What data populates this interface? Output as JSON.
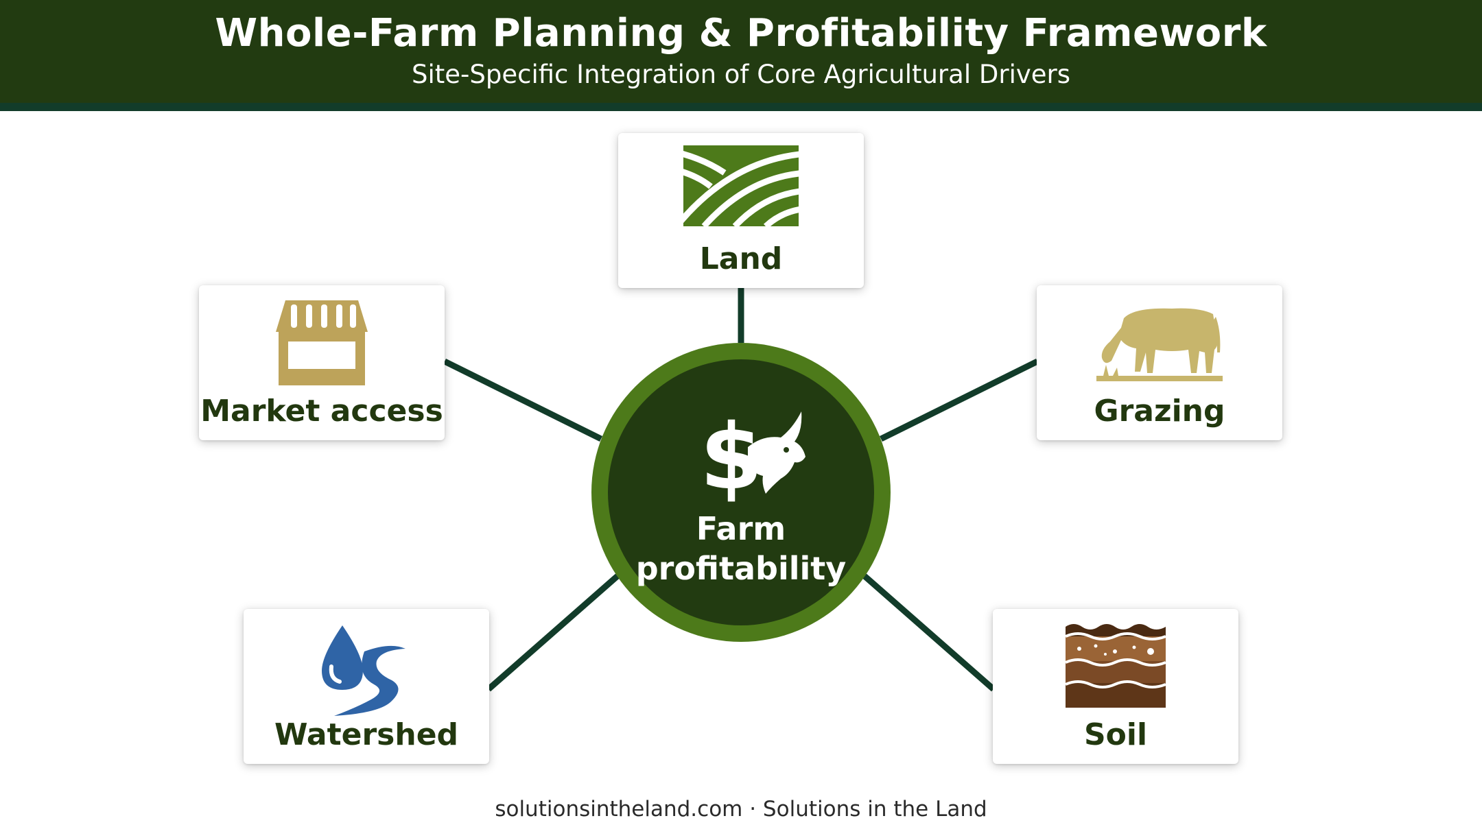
{
  "header": {
    "title": "Whole-Farm Planning & Profitability Framework",
    "subtitle": "Site-Specific Integration of Core Agricultural Drivers"
  },
  "hub": {
    "label": "Farm profitability",
    "icon": "dollar-bull-icon"
  },
  "nodes": [
    {
      "id": "land",
      "label": "Land",
      "icon": "field-rows-icon",
      "color": "#4d7a1a"
    },
    {
      "id": "market-access",
      "label": "Market access",
      "icon": "market-stall-icon",
      "color": "#bda35a"
    },
    {
      "id": "grazing",
      "label": "Grazing",
      "icon": "cow-grazing-icon",
      "color": "#c7b56c"
    },
    {
      "id": "watershed",
      "label": "Watershed",
      "icon": "water-drop-stream-icon",
      "color": "#2f64a6"
    },
    {
      "id": "soil",
      "label": "Soil",
      "icon": "soil-layers-icon",
      "color": "#7b4a26"
    }
  ],
  "colors": {
    "header_bg": "#223b11",
    "header_rule": "#123c2a",
    "connector": "#123c2a",
    "hub_ring": "#4d7a1a",
    "hub_fill": "#223b11",
    "label_text": "#22380f"
  },
  "footer": {
    "text": "solutionsintheland.com · Solutions in the Land"
  }
}
